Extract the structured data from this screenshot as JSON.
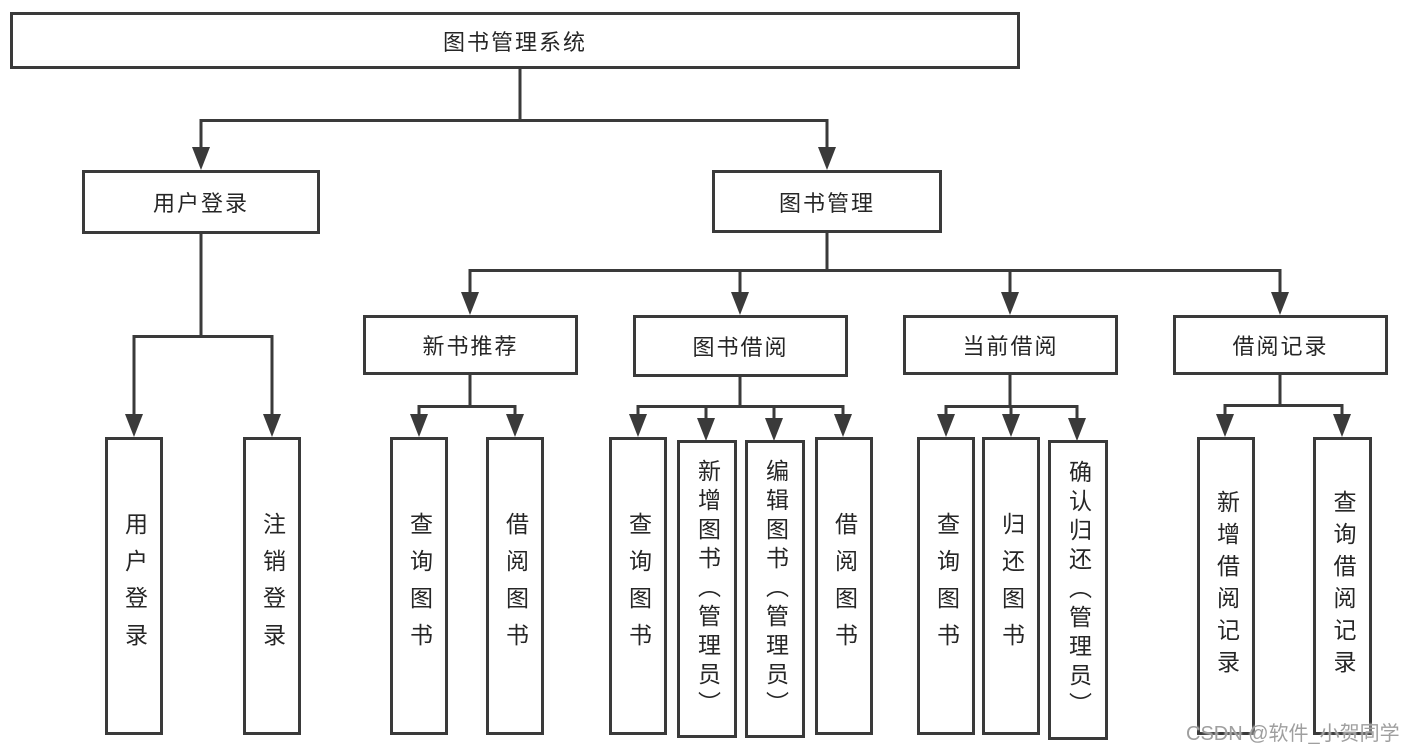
{
  "nodes": {
    "root": "图书管理系统",
    "userLogin": "用户登录",
    "bookMgmt": "图书管理",
    "newBookRec": "新书推荐",
    "bookBorrow": "图书借阅",
    "currentBorrow": "当前借阅",
    "borrowRecord": "借阅记录",
    "u1": "用户登录",
    "u2": "注销登录",
    "n1": "查询图书",
    "n2": "借阅图书",
    "b1": "查询图书",
    "b2": "新增图书（管理员）",
    "b3": "编辑图书（管理员）",
    "b4": "借阅图书",
    "c1": "查询图书",
    "c2": "归还图书",
    "c3": "确认归还（管理员）",
    "r1": "新增借阅记录",
    "r2": "查询借阅记录"
  },
  "hierarchy": {
    "图书管理系统": {
      "用户登录": [
        "用户登录",
        "注销登录"
      ],
      "图书管理": {
        "新书推荐": [
          "查询图书",
          "借阅图书"
        ],
        "图书借阅": [
          "查询图书",
          "新增图书（管理员）",
          "编辑图书（管理员）",
          "借阅图书"
        ],
        "当前借阅": [
          "查询图书",
          "归还图书",
          "确认归还（管理员）"
        ],
        "借阅记录": [
          "新增借阅记录",
          "查询借阅记录"
        ]
      }
    }
  },
  "watermark": "CSDN @软件_小贺同学",
  "colors": {
    "line": "#3a3a3a",
    "text": "#262626",
    "box_background": "#ffffff",
    "watermark": "#9f9f9f"
  }
}
